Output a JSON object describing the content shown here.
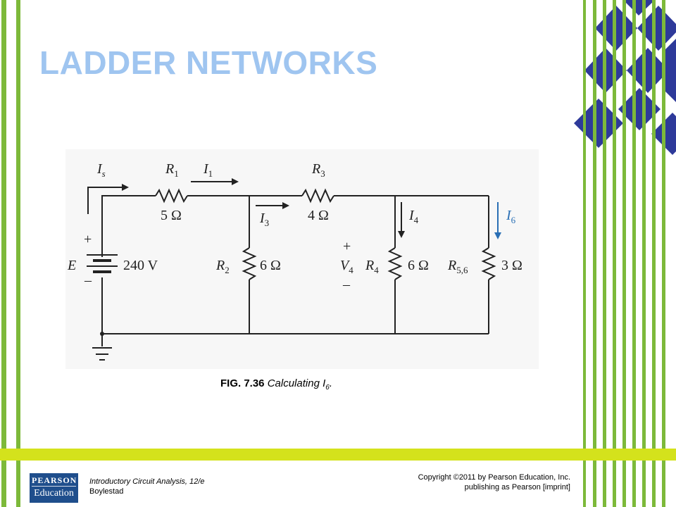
{
  "slide": {
    "title": "LADDER NETWORKS"
  },
  "caption": {
    "label": "FIG. 7.36",
    "text_main": " Calculating I",
    "text_sub": "6",
    "text_end": "."
  },
  "circuit": {
    "source_current": {
      "symbol": "I",
      "sub": "s"
    },
    "R1": {
      "name": "R",
      "sub": "1",
      "value": "5 Ω"
    },
    "I1": {
      "symbol": "I",
      "sub": "1"
    },
    "R3": {
      "name": "R",
      "sub": "3",
      "value": "4 Ω"
    },
    "I3": {
      "symbol": "I",
      "sub": "3"
    },
    "I4": {
      "symbol": "I",
      "sub": "4"
    },
    "I6": {
      "symbol": "I",
      "sub": "6"
    },
    "source": {
      "name": "E",
      "value": "240 V",
      "plus": "+",
      "minus": "–"
    },
    "R2": {
      "name": "R",
      "sub": "2",
      "value": "6 Ω"
    },
    "V4": {
      "name": "V",
      "sub": "4",
      "plus": "+",
      "minus": "–"
    },
    "R4": {
      "name": "R",
      "sub": "4",
      "value": "6 Ω"
    },
    "R56": {
      "name": "R",
      "sub": "5,6",
      "value": "3 Ω"
    }
  },
  "footer": {
    "logo_line1": "PEARSON",
    "logo_line2": "Education",
    "book_title": "Introductory Circuit Analysis, 12/e",
    "book_author": "Boylestad",
    "copyright_line1": "Copyright ©2011 by Pearson Education, Inc.",
    "copyright_line2": "publishing as Pearson [imprint]"
  },
  "colors": {
    "title": "#9fc5f0",
    "stripe_green": "#7db93a",
    "diamond_blue": "#2e3a9a",
    "band_yellow": "#d4e21c",
    "arrow_blue": "#2a6fb5"
  }
}
